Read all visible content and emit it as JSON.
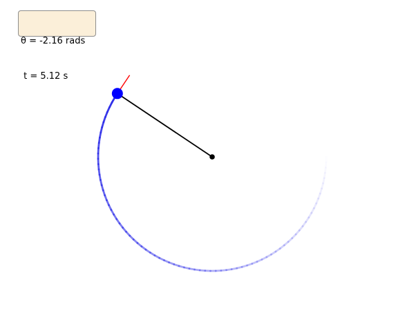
{
  "readout": {
    "theta_line": "θ = -2.16 rads",
    "time_line": " t = 5.12 s"
  },
  "pendulum": {
    "theta_rad": -2.16,
    "time_s": 5.12,
    "trail_arc_start_rad": -2.16,
    "trail_arc_end_rad": 1.57
  },
  "colors": {
    "background": "#ffffff",
    "rod": "#000000",
    "pivot": "#000000",
    "bob": "#0000ff",
    "trail": "#2b2be8",
    "velocity_vector": "#ff0000",
    "info_box_fill": "#fbefd9",
    "info_box_border": "#8d8d8d"
  }
}
